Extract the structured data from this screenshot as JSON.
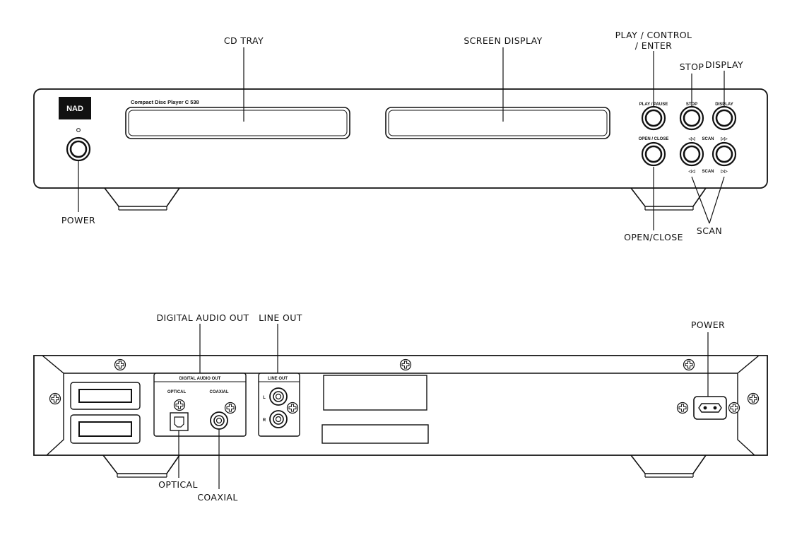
{
  "front": {
    "brand_logo": "NAD",
    "model": "Compact Disc Player C 538",
    "labels": {
      "play_pause": "PLAY / PAUSE",
      "stop": "STOP",
      "display": "DISPLAY",
      "open_close": "OPEN / CLOSE",
      "scan_top": "SCAN",
      "scan_bottom": "SCAN",
      "scan_back_top": "◁◁",
      "scan_fwd_top": "▷▷",
      "scan_back_bottom": "◁◁",
      "scan_fwd_bottom": "▷▷"
    },
    "callouts": {
      "cd_tray": "CD TRAY",
      "screen_display": "SCREEN DISPLAY",
      "play_control_1": "PLAY / CONTROL",
      "play_control_2": "/ ENTER",
      "stop": "STOP",
      "display": "DISPLAY",
      "power": "POWER",
      "open_close": "OPEN/CLOSE",
      "scan": "SCAN"
    }
  },
  "rear": {
    "labels": {
      "digital_audio_out": "DIGITAL AUDIO OUT",
      "optical": "OPTICAL",
      "coaxial": "COAXIAL",
      "line_out": "LINE OUT",
      "left": "L",
      "right": "R"
    },
    "callouts": {
      "digital_audio_out": "DIGITAL AUDIO OUT",
      "line_out": "LINE OUT",
      "power": "POWER",
      "optical": "OPTICAL",
      "coaxial": "COAXIAL"
    }
  }
}
